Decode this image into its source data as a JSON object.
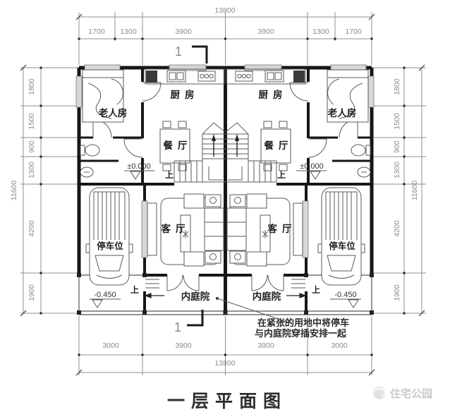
{
  "meta": {
    "title_label": "一层平面图",
    "watermark": "住宅公园"
  },
  "annotation": {
    "line1": "在紧张的用地中将停车",
    "line2": "与内庭院穿插安排一起"
  },
  "section": {
    "number": "1"
  },
  "labels": {
    "kitchen": "厨房",
    "elder_room": "老人房",
    "dining": "餐厅",
    "living": "客厅",
    "parking": "停车位",
    "courtyard": "内庭院",
    "up": "上"
  },
  "elevations": {
    "ground": "±0.000",
    "yard": "-0.450"
  },
  "dims": {
    "top": {
      "total": "13800",
      "segments": [
        "1700",
        "1300",
        "3900",
        "3900",
        "1300",
        "1700"
      ]
    },
    "bottom": {
      "total": "13800",
      "segments": [
        "3000",
        "3900",
        "3900",
        "3000"
      ]
    },
    "left": {
      "total": "11600",
      "segments": [
        "1800",
        "1500",
        "900",
        "1300",
        "4200",
        "1900"
      ]
    },
    "right": {
      "total": "11600",
      "segments": [
        "1800",
        "1500",
        "900",
        "1300",
        "4200",
        "1900"
      ]
    }
  },
  "colors": {
    "wall": "#161616",
    "dimension": "#8c8c8c",
    "window_fill": "#d7d7d7",
    "annotation_text": "#2b2b2b",
    "watermark": "#c9c9c9",
    "paper": "#ffffff"
  }
}
